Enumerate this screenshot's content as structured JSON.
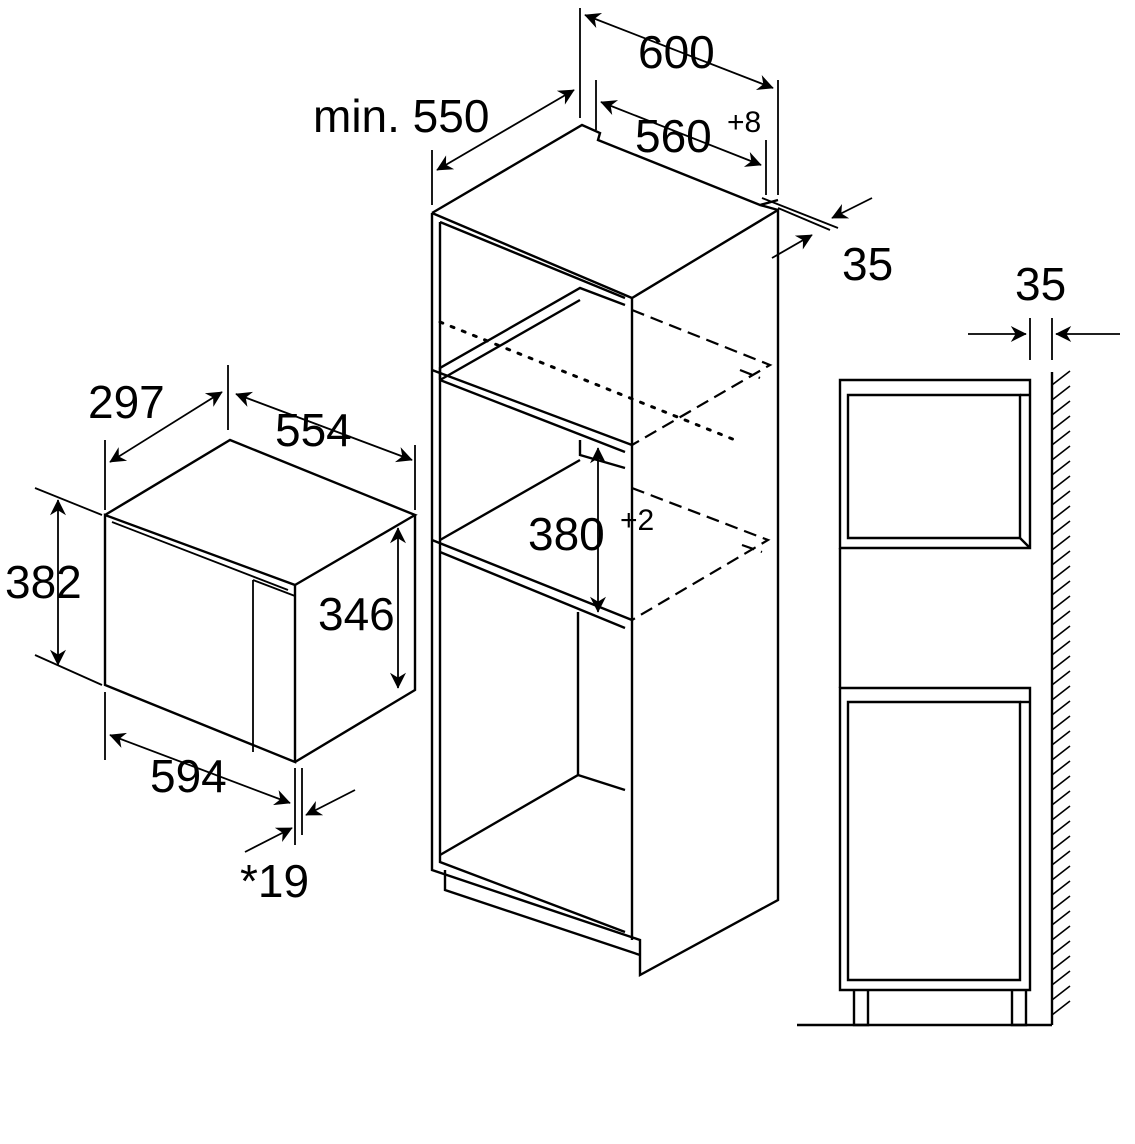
{
  "dimensions": {
    "cabinet_width": "600",
    "cabinet_depth_min": "min. 550",
    "niche_width": "560",
    "niche_width_tolerance": "+8",
    "back_gap": "35",
    "wall_gap": "35",
    "niche_height": "380",
    "niche_height_tolerance": "+2",
    "appliance_depth": "297",
    "appliance_width_top": "554",
    "appliance_height": "382",
    "appliance_body_height": "346",
    "appliance_front_width": "594",
    "front_offset": "*19"
  }
}
